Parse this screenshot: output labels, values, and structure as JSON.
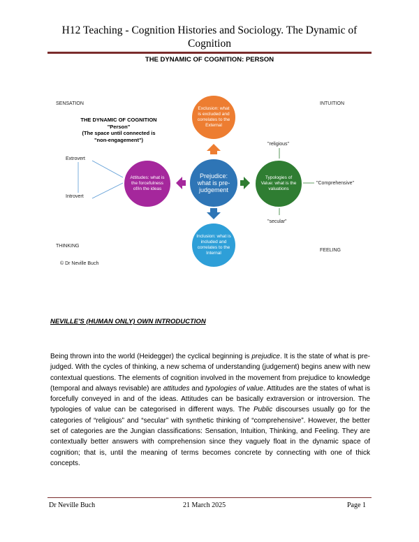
{
  "header": {
    "title": "H12 Teaching -  Cognition Histories and Sociology. The Dynamic of Cognition"
  },
  "subtitle": "THE DYNAMIC OF COGNITION: PERSON",
  "diagram": {
    "corners": {
      "sensation": "SENSATION",
      "intuition": "INTUITION",
      "thinking": "THINKING",
      "feeling": "FEELING"
    },
    "title_line1": "THE DYNAMIC OF COGNITION",
    "title_line2": "\"Person\"",
    "title_line3": "(The space until connected is",
    "title_line4": "\"non-engagement\")",
    "extrovert": "Extrovert",
    "introvert": "Introvert",
    "credit": "©    Dr Neville Buch",
    "religious": "\"religious\"",
    "secular": "\"secular\"",
    "comprehensive": "\"Comprehensive\"",
    "circles": {
      "top": "Exclusion: what is excluded and correlates to the External",
      "center": "Prejudice: what is pre-judgement",
      "left": "Attitudes: what is the forcefulness of/in the ideas",
      "right": "Typologies of Value: what is the valuations",
      "bottom": "Inclusion: what is included and correlates to the Internal"
    },
    "colors": {
      "top": "#ed7d31",
      "center": "#2e75b6",
      "left": "#a5279c",
      "right": "#2f7d32",
      "bottom": "#2e9fd8",
      "arrow_up": "#ed7d31",
      "arrow_right": "#2f7d32",
      "arrow_down": "#2e75b6"
    }
  },
  "section_heading": "NEVILLE'S (HUMAN ONLY) OWN INTRODUCTION",
  "body": {
    "s1": "Being thrown into the world (Heidegger) the cyclical beginning is ",
    "s1_em": "prejudice",
    "s2": ".  It is the state of what is pre-judged. With the cycles of thinking, a new schema of understanding (judgement) begins anew with new contextual questions.  The elements of cognition involved in the movement from prejudice to knowledge (temporal and always revisable) are ",
    "s2_em1": "attitudes",
    "s3": " and ",
    "s3_em": "typologies of value",
    "s4": ". Attitudes are the states of what is forcefully conveyed in and of the ideas. Attitudes can be basically extraversion or introversion. The typologies of value can be categorised in different ways. The ",
    "s4_em": "Public",
    "s5": " discourses usually go for the categories of “religious” and “secular” with synthetic thinking of “comprehensive”. However, the better set of categories are the Jungian classifications: Sensation, Intuition, Thinking, and Feeling. They are contextually better answers with comprehension since they vaguely float in the dynamic space of cognition; that is, until the meaning of terms becomes concrete by connecting with one of thick concepts."
  },
  "footer": {
    "author": "Dr Neville Buch",
    "date": "21 March 2025",
    "page": "Page 1"
  }
}
